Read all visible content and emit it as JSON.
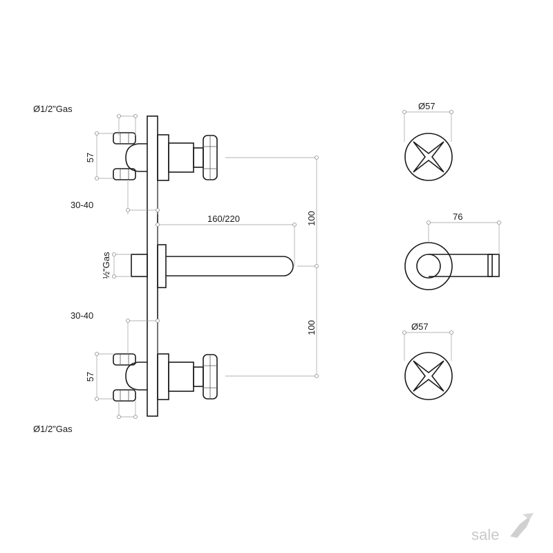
{
  "labels": {
    "gas_top": "Ø1/2\"Gas",
    "gas_bottom": "Ø1/2\"Gas",
    "gas_mid": "½\"Gas",
    "dim_57_top": "57",
    "dim_57_bottom": "57",
    "dim_30_40_top": "30-40",
    "dim_30_40_bottom": "30-40",
    "dim_160_220": "160/220",
    "dim_100_top": "100",
    "dim_100_bottom": "100",
    "dim_d57_top": "Ø57",
    "dim_d57_bottom": "Ø57",
    "dim_76": "76"
  },
  "watermark": {
    "text": "sale",
    "logo_icon": "sale-7-logo-icon"
  },
  "colors": {
    "line": "#1a1a1a",
    "dimension": "#9a9a9a",
    "watermark": "#c8c8c8"
  }
}
